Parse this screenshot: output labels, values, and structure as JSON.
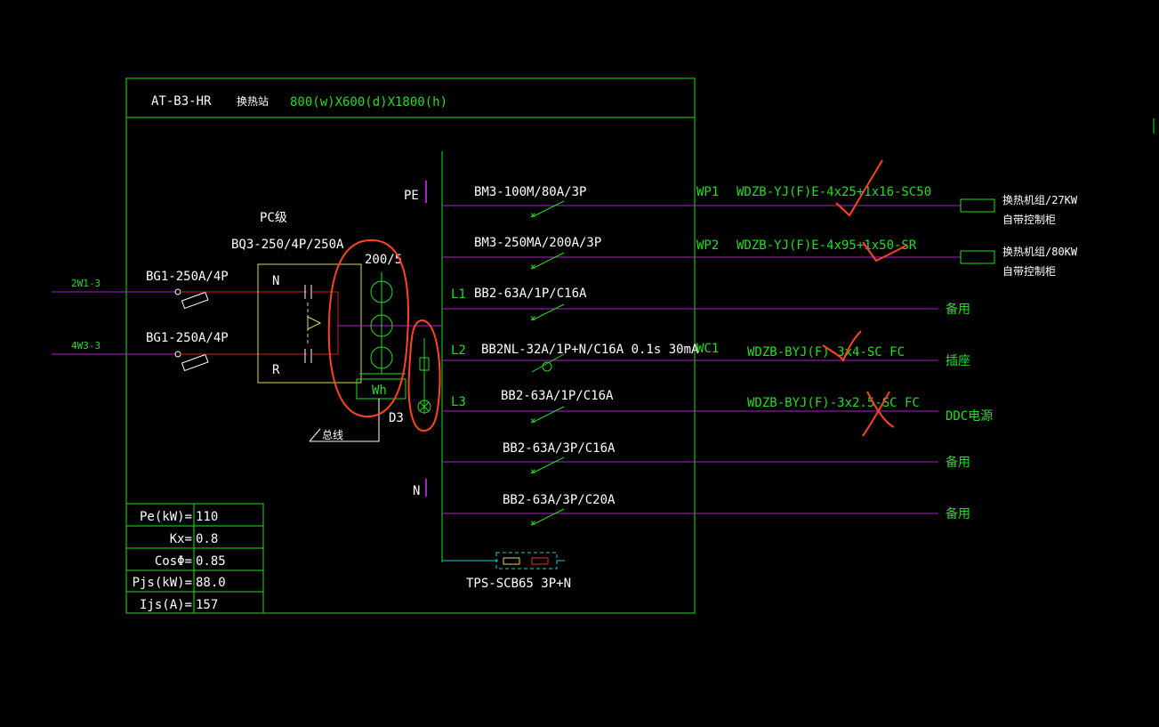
{
  "panel": {
    "id": "AT-B3-HR",
    "name": "换热站",
    "size": "800(w)X600(d)X1800(h)"
  },
  "pc_label": "PC级",
  "main_breaker": "BQ3-250/4P/250A",
  "ct_ratio": "200/5",
  "meter_label": "Wh",
  "bus_note": "总线",
  "d3_label": "D3",
  "neutral_label": "N",
  "r_label": "R",
  "incoming": [
    {
      "label": "2W1-3",
      "breaker": "BG1-250A/4P"
    },
    {
      "label": "4W3-3",
      "breaker": "BG1-250A/4P"
    }
  ],
  "bus_labels": {
    "pe": "PE",
    "n": "N"
  },
  "circuits": [
    {
      "phase": "",
      "breaker": "BM3-100M/80A/3P",
      "circuit_id": "WP1",
      "cable": "WDZB-YJ(F)E-4x25+1x16-SC50",
      "load_line1": "换热机组/27KW",
      "load_line2": "自带控制柜"
    },
    {
      "phase": "",
      "breaker": "BM3-250MA/200A/3P",
      "circuit_id": "WP2",
      "cable": "WDZB-YJ(F)E-4x95+1x50-SR",
      "load_line1": "换热机组/80KW",
      "load_line2": "自带控制柜"
    },
    {
      "phase": "L1",
      "breaker": "BB2-63A/1P/C16A",
      "circuit_id": "",
      "cable": "",
      "load_line1": "备用",
      "load_line2": ""
    },
    {
      "phase": "L2",
      "breaker": "BB2NL-32A/1P+N/C16A 0.1s 30mA",
      "circuit_id": "WC1",
      "cable": "WDZB-BYJ(F)-3x4-SC FC",
      "load_line1": "插座",
      "load_line2": ""
    },
    {
      "phase": "L3",
      "breaker": "BB2-63A/1P/C16A",
      "circuit_id": "",
      "cable": "WDZB-BYJ(F)-3x2.5-SC FC",
      "load_line1": "DDC电源",
      "load_line2": ""
    },
    {
      "phase": "",
      "breaker": "BB2-63A/3P/C16A",
      "circuit_id": "",
      "cable": "",
      "load_line1": "备用",
      "load_line2": ""
    },
    {
      "phase": "",
      "breaker": "BB2-63A/3P/C20A",
      "circuit_id": "",
      "cable": "",
      "load_line1": "备用",
      "load_line2": ""
    }
  ],
  "spd": "TPS-SCB65 3P+N",
  "load_table": [
    {
      "label": "Pe(kW)=",
      "value": "110"
    },
    {
      "label": "Kx=",
      "value": "0.8"
    },
    {
      "label": "CosΦ=",
      "value": "0.85"
    },
    {
      "label": "Pjs(kW)=",
      "value": "88.0"
    },
    {
      "label": "Ijs(A)=",
      "value": "157"
    }
  ],
  "colors": {
    "background": "#000000",
    "frame": "#22dd22",
    "feeder": "#aa22cc",
    "incoming": "#cc2222",
    "markup": "#ff4422",
    "text": "#ffffff",
    "spd": "#22cccc"
  }
}
